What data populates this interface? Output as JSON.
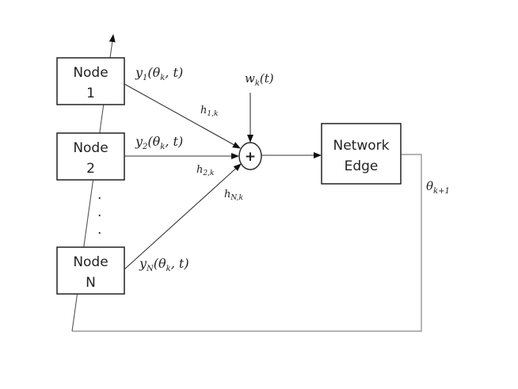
{
  "diagram": {
    "nodes": [
      {
        "line1": "Node",
        "line2": "1"
      },
      {
        "line1": "Node",
        "line2": "2"
      },
      {
        "line1": "Node",
        "line2": "N"
      }
    ],
    "network_edge": {
      "line1": "Network",
      "line2": "Edge"
    },
    "sum_symbol": "+",
    "ellipsis_dots": ".",
    "signals": [
      {
        "base": "y",
        "sub": "1",
        "args": "(θ",
        "argsub": "k",
        "tail": ", t)"
      },
      {
        "base": "y",
        "sub": "2",
        "args": "(θ",
        "argsub": "k",
        "tail": ", t)"
      },
      {
        "base": "y",
        "sub": "N",
        "args": "(θ",
        "argsub": "k",
        "tail": ", t)"
      }
    ],
    "channel_gains": [
      {
        "base": "h",
        "sub": "1,k"
      },
      {
        "base": "h",
        "sub": "2,k"
      },
      {
        "base": "h",
        "sub": "N,k"
      }
    ],
    "noise": {
      "base": "w",
      "sub": "k",
      "tail": "(t)"
    },
    "feedback": {
      "base": "θ",
      "sub": "k+1"
    }
  }
}
